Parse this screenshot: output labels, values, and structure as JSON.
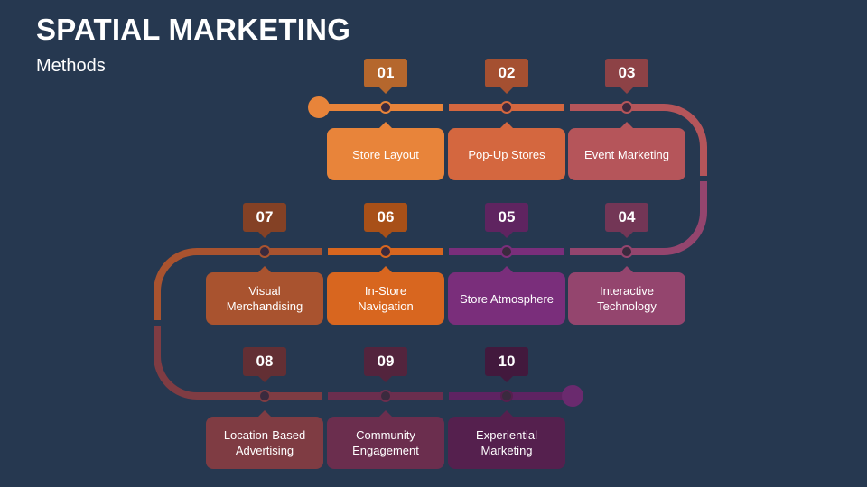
{
  "header": {
    "title": "SPATIAL MARKETING",
    "subtitle": "Methods"
  },
  "steps": [
    {
      "number": "01",
      "label": "Store Layout",
      "color": "#E8843A"
    },
    {
      "number": "02",
      "label": "Pop-Up Stores",
      "color": "#D4673F"
    },
    {
      "number": "03",
      "label": "Event Marketing",
      "color": "#B5555A"
    },
    {
      "number": "04",
      "label": "Interactive Technology",
      "color": "#94456E"
    },
    {
      "number": "05",
      "label": "Store Atmosphere",
      "color": "#7A2E7B"
    },
    {
      "number": "06",
      "label": "In-Store Navigation",
      "color": "#D8661F"
    },
    {
      "number": "07",
      "label": "Visual Merchandising",
      "color": "#A9532F"
    },
    {
      "number": "08",
      "label": "Location-Based Advertising",
      "color": "#7F3C43"
    },
    {
      "number": "09",
      "label": "Community Engagement",
      "color": "#6B2E4E"
    },
    {
      "number": "10",
      "label": "Experiential Marketing",
      "color": "#55204E"
    }
  ],
  "colors": {
    "background": "#263850",
    "path_start": "#E8843A",
    "path_end": "#6A2A6E"
  }
}
